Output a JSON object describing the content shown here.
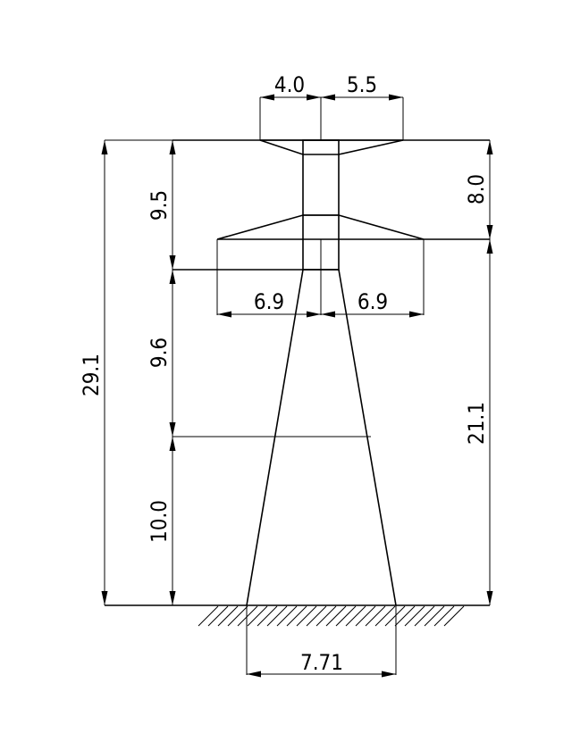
{
  "title": "Tower dimension drawing",
  "dimensions": {
    "top_left_arm": "4.0",
    "top_right_arm": "5.5",
    "lower_left_arm": "6.9",
    "lower_right_arm": "6.9",
    "base_width": "7.71",
    "total_height": "29.1",
    "upper_section": "9.5",
    "middle_section": "9.6",
    "lower_section": "10.0",
    "arm_spacing": "8.0",
    "lower_arm_height": "21.1"
  },
  "colors": {
    "line": "#000000",
    "background": "#ffffff"
  }
}
